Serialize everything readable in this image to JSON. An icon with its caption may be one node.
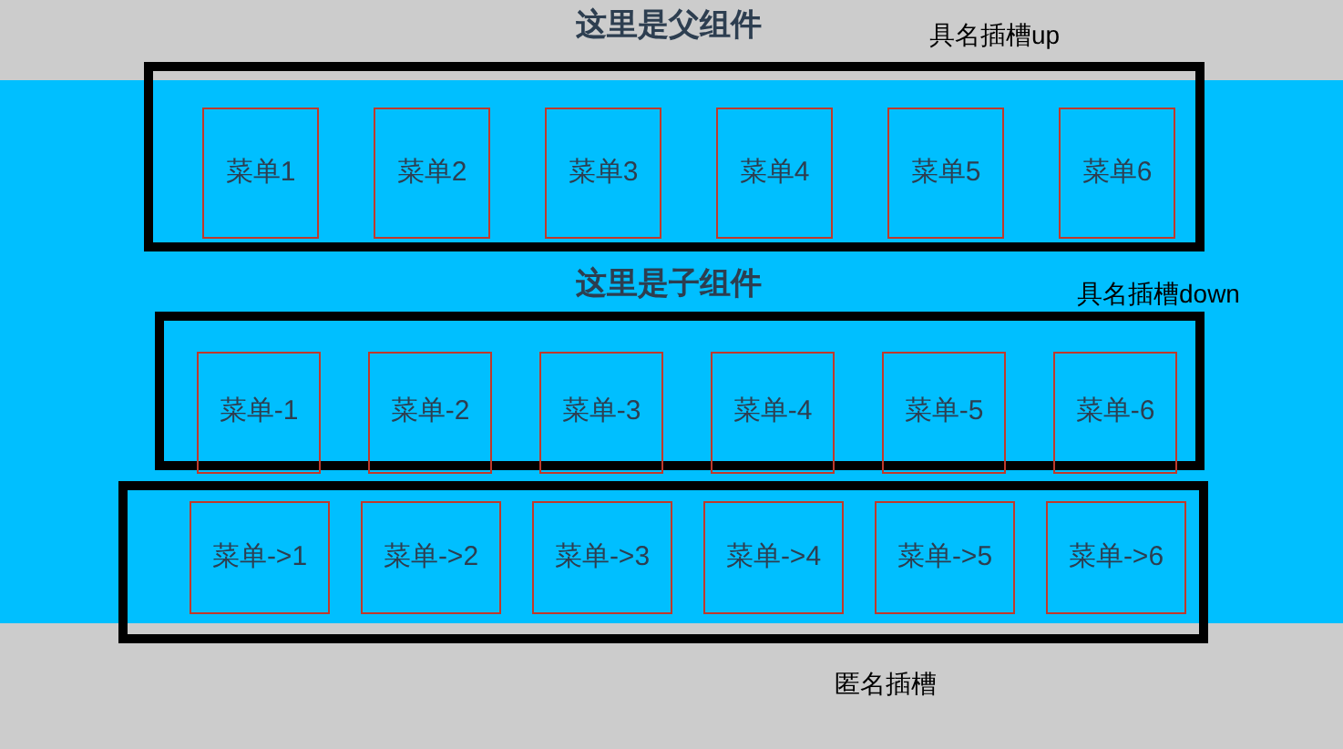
{
  "diagram": {
    "nodes": [
      {
        "text": [],
        "shape": "box",
        "beside": [
          "具名插槽up"
        ]
      },
      {
        "text": [
          "菜单1"
        ],
        "in": 0
      },
      {
        "text": [
          "菜单2"
        ],
        "in": 0
      },
      {
        "text": [
          "菜单3"
        ],
        "in": 0
      },
      {
        "text": [
          "菜单4"
        ],
        "in": 0
      },
      {
        "text": [
          "菜单5"
        ],
        "in": 0
      },
      {
        "text": [
          "菜单6"
        ],
        "in": 0
      },
      {
        "text": [],
        "shape": "box",
        "beside": [
          "具名插槽down"
        ]
      },
      {
        "text": [
          "菜单-1"
        ],
        "in": 7
      },
      {
        "text": [
          "菜单-2"
        ],
        "in": 7
      },
      {
        "text": [
          "菜单-3"
        ],
        "in": 7
      },
      {
        "text": [
          "菜单-4"
        ],
        "in": 7
      },
      {
        "text": [
          "菜单-5"
        ],
        "in": 7
      },
      {
        "text": [
          "菜单-6"
        ],
        "in": 7
      },
      {
        "text": [],
        "shape": "box",
        "beside": [
          "匿名插槽"
        ]
      },
      {
        "text": [
          "菜单->1"
        ],
        "in": 14
      },
      {
        "text": [
          "菜单->2"
        ],
        "in": 14
      },
      {
        "text": [
          "菜单->3"
        ],
        "in": 14
      },
      {
        "text": [
          "菜单->4"
        ],
        "in": 14
      },
      {
        "text": [
          "菜单->5"
        ],
        "in": 14
      },
      {
        "text": [
          "菜单->6"
        ],
        "in": 14
      }
    ],
    "labels": [
      "这里是父组件",
      "这里是子组件"
    ]
  }
}
